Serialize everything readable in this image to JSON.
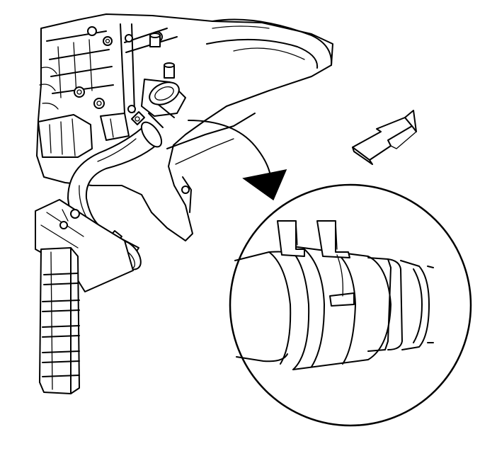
{
  "figure": {
    "background": "#ffffff",
    "line_color": "#000000",
    "parts": {
      "engine": "engine-assembly-illustration",
      "hose": "radiator-inlet-hose",
      "clamp": "hose-clamp",
      "radiator": "radiator-tank",
      "detail": "clamp-alignment-detail",
      "view_arrow": "view-direction-arrow",
      "callout_arrow": "callout-arrow"
    }
  }
}
